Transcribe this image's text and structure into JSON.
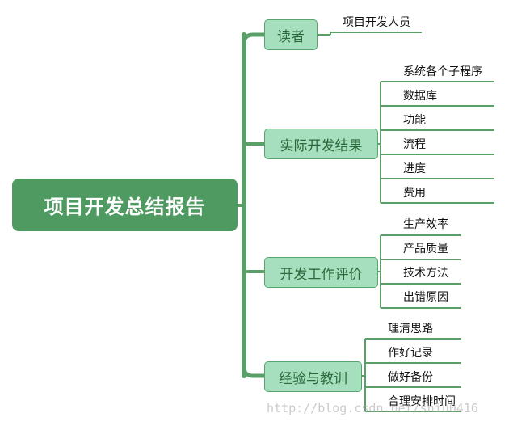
{
  "root": {
    "label": "项目开发总结报告"
  },
  "branches": [
    {
      "label": "读者",
      "items": [
        "项目开发人员"
      ]
    },
    {
      "label": "实际开发结果",
      "items": [
        "系统各个子程序",
        "数据库",
        "功能",
        "流程",
        "进度",
        "费用"
      ]
    },
    {
      "label": "开发工作评价",
      "items": [
        "生产效率",
        "产品质量",
        "技术方法",
        "出错原因"
      ]
    },
    {
      "label": "经验与教训",
      "items": [
        "理清思路",
        "作好记录",
        "做好备份",
        "合理安排时间"
      ]
    }
  ],
  "watermark": "http://blog.csdn.net/sniu0416",
  "colors": {
    "root_fill": "#4f9a61",
    "branch_fill": "#a5dfbd",
    "branch_border": "#55a56c",
    "connector": "#5a9e68"
  }
}
